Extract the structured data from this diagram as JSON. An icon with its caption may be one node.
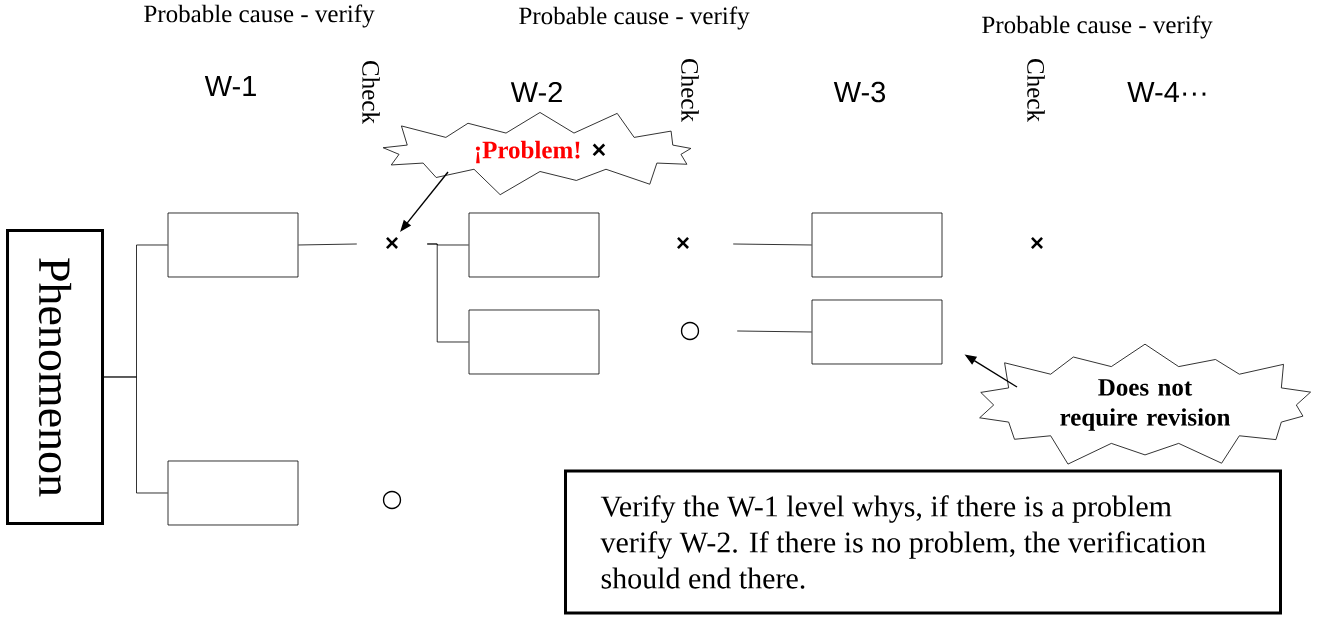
{
  "diagram": {
    "nodes": [
      {
        "text": [
          "Phenomenon"
        ]
      },
      {
        "text": [],
        "shape": "box"
      },
      {
        "text": [],
        "shape": "box"
      },
      {
        "text": [
          "×"
        ]
      },
      {
        "text": [],
        "shape": "box"
      },
      {
        "text": [],
        "shape": "box"
      },
      {
        "text": [
          "×"
        ]
      },
      {
        "text": [
          "○"
        ]
      },
      {
        "text": [],
        "shape": "box"
      },
      {
        "text": [],
        "shape": "box"
      },
      {
        "text": [
          "×"
        ]
      },
      {
        "text": [
          "○"
        ]
      },
      {
        "text": [
          "¡Problem!",
          "×"
        ]
      },
      {
        "text": [
          "Does not require revision"
        ]
      },
      {
        "text": [
          "Verify the W-1 level whys, if there is a problem verify W-2. If there is no problem, the verification should end there."
        ]
      }
    ],
    "edges": [
      {
        "from": 0,
        "to": 1,
        "arrow": "none"
      },
      {
        "from": 0,
        "to": 2,
        "arrow": "none"
      },
      {
        "from": 1,
        "to": 3,
        "arrow": "none"
      },
      {
        "from": 3,
        "to": 4,
        "arrow": "none"
      },
      {
        "from": 3,
        "to": 5,
        "arrow": "none"
      },
      {
        "from": 6,
        "to": 8,
        "arrow": "none"
      },
      {
        "from": 7,
        "to": 9,
        "arrow": "none"
      },
      {
        "from": 12,
        "to": 3,
        "arrow": "to"
      },
      {
        "from": 13,
        "to": 9,
        "arrow": "to"
      }
    ],
    "labels": [
      "Probable cause - verify",
      "Probable cause - verify",
      "Probable cause - verify",
      "W-1",
      "Check",
      "W-2",
      "Check",
      "W-3",
      "Check",
      "W-4···"
    ]
  }
}
